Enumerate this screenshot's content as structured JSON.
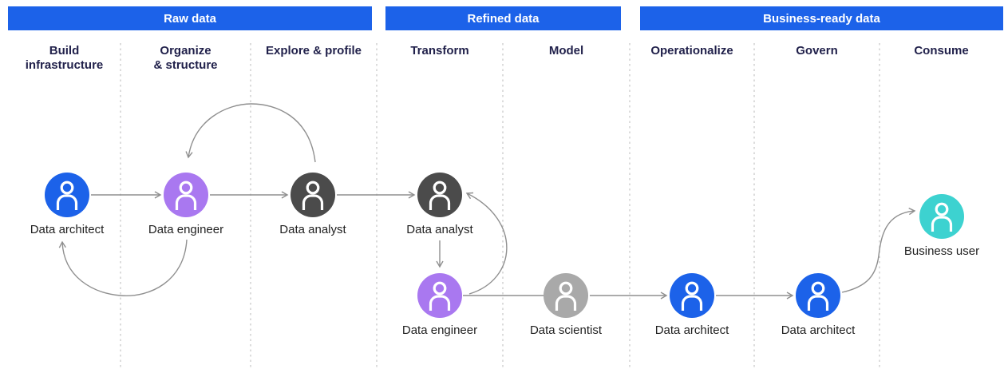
{
  "colors": {
    "accent_blue": "#1c62e9",
    "persona_blue": "#1c62e9",
    "persona_purple": "#a978f0",
    "persona_dark_gray": "#4b4b4b",
    "persona_light_gray": "#a9a9a9",
    "persona_teal": "#3dd2d0",
    "header_bar_text": "#ffffff",
    "column_header_text": "#21214b",
    "label_text": "#1f1f1f",
    "arrow_gray": "#8f8f8f",
    "dashed_line_gray": "#c9c9c9"
  },
  "stage_bars": [
    {
      "label": "Raw data",
      "spans": [
        "Build infrastructure",
        "Organize & structure",
        "Explore & profile"
      ]
    },
    {
      "label": "Refined data",
      "spans": [
        "Transform",
        "Model"
      ]
    },
    {
      "label": "Business-ready data",
      "spans": [
        "Operationalize",
        "Govern",
        "Consume"
      ]
    }
  ],
  "columns": [
    {
      "label": "Build\ninfrastructure"
    },
    {
      "label": "Organize\n& structure"
    },
    {
      "label": "Explore & profile"
    },
    {
      "label": "Transform"
    },
    {
      "label": "Model"
    },
    {
      "label": "Operationalize"
    },
    {
      "label": "Govern"
    },
    {
      "label": "Consume"
    }
  ],
  "personas": [
    {
      "role": "Data architect",
      "column": "Build infrastructure",
      "color": "blue"
    },
    {
      "role": "Data engineer",
      "column": "Organize & structure",
      "color": "purple"
    },
    {
      "role": "Data analyst",
      "column": "Explore & profile",
      "color": "dark-gray"
    },
    {
      "role": "Data analyst",
      "column": "Transform",
      "color": "dark-gray"
    },
    {
      "role": "Data engineer",
      "column": "Transform",
      "color": "purple"
    },
    {
      "role": "Data scientist",
      "column": "Model",
      "color": "light-gray"
    },
    {
      "role": "Data architect",
      "column": "Operationalize",
      "color": "blue"
    },
    {
      "role": "Data architect",
      "column": "Govern",
      "color": "blue"
    },
    {
      "role": "Business user",
      "column": "Consume",
      "color": "teal"
    }
  ],
  "connections": [
    {
      "from": "Data architect (Build infrastructure)",
      "to": "Data engineer (Organize & structure)",
      "type": "straight-arrow"
    },
    {
      "from": "Data engineer (Organize & structure)",
      "to": "Data analyst (Explore & profile)",
      "type": "straight-arrow"
    },
    {
      "from": "Data analyst (Explore & profile)",
      "to": "Data analyst (Transform)",
      "type": "straight-arrow"
    },
    {
      "from": "Data analyst (Explore & profile)",
      "to": "Data engineer (Organize & structure)",
      "type": "curved-arrow-top-loop"
    },
    {
      "from": "Data engineer (Organize & structure)",
      "to": "Data architect (Build infrastructure)",
      "type": "curved-arrow-bottom-loop"
    },
    {
      "from": "Data analyst (Transform)",
      "to": "Data engineer (Transform)",
      "type": "straight-arrow-down"
    },
    {
      "from": "Data engineer (Transform)",
      "to": "Data analyst (Transform)",
      "type": "curved-arrow-right-loop"
    },
    {
      "from": "Data engineer (Transform)",
      "to": "Data scientist (Model)",
      "type": "straight-line"
    },
    {
      "from": "Data scientist (Model)",
      "to": "Data architect (Operationalize)",
      "type": "straight-arrow"
    },
    {
      "from": "Data architect (Operationalize)",
      "to": "Data architect (Govern)",
      "type": "straight-arrow"
    },
    {
      "from": "Data architect (Govern)",
      "to": "Business user (Consume)",
      "type": "s-curve-arrow"
    }
  ]
}
